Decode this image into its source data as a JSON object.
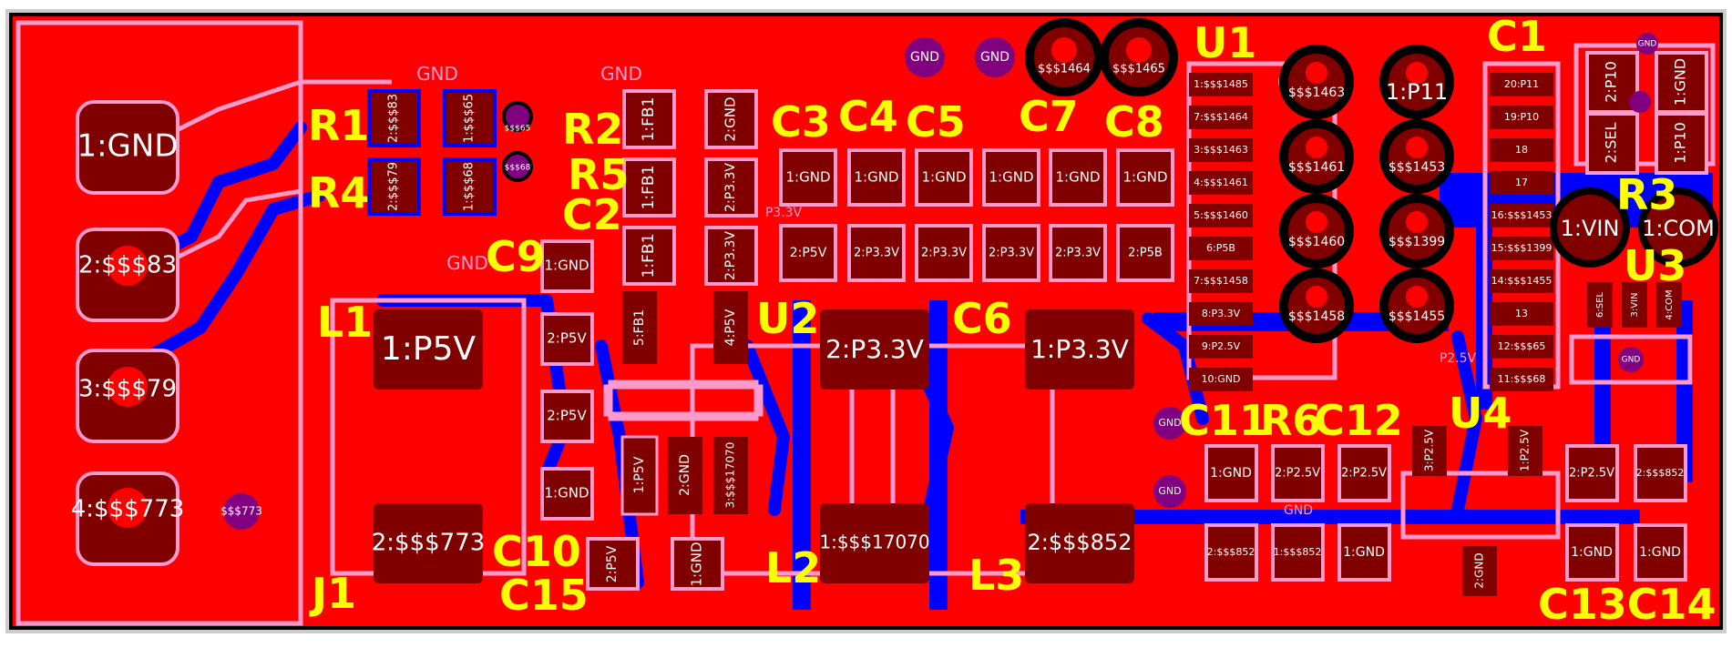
{
  "colors": {
    "board_top_copper": "#ff0000",
    "bottom_copper": "#0000ff",
    "pad": "#800000",
    "via": "#800080",
    "silkscreen": "#ff99cc",
    "designator": "#ffff00",
    "frame": "#cccccc"
  },
  "refdes": {
    "R1": "R1",
    "R2": "R2",
    "R4": "R4",
    "R5": "R5",
    "C1": "C1",
    "C2": "C2",
    "C3": "C3",
    "C4": "C4",
    "C5": "C5",
    "C6": "C6",
    "C7": "C7",
    "C8": "C8",
    "C9": "C9",
    "C10": "C10",
    "C11": "C11",
    "C12": "C12",
    "C13C14": "C13C14",
    "C15": "C15",
    "R6": "R6",
    "R3": "R3",
    "U1": "U1",
    "U2": "U2",
    "U3": "U3",
    "U4": "U4",
    "L1": "L1",
    "L2": "L2",
    "L3": "L3",
    "J1": "J1"
  },
  "net_labels": {
    "gnd": "GND",
    "p33": "P3.3V",
    "p25": "P2.5V"
  },
  "vias": {
    "gnd": "GND"
  },
  "pads": {
    "j1_1": "1:GND",
    "j1_2": "2:$$$83",
    "j1_3": "3:$$$79",
    "j1_4": "4:$$$773",
    "j1_trace_label": "$$$773",
    "r1_a": "2:$$$83",
    "r1_b": "1:$$$65",
    "r4_a": "2:$$$79",
    "r4_b": "1:$$$68",
    "via_65": "$$$65",
    "via_68": "$$$68",
    "r2_a": "1:FB1",
    "r2_b": "2:GND",
    "r5_a": "1:FB1",
    "r5_b": "2:P3.3V",
    "c2_a": "1:FB1",
    "c2_b": "2:P3.3V",
    "c9_a": "1:GND",
    "c9_b": "2:P5V",
    "u2_5": "5:FB1",
    "u2_4": "4:P5V",
    "u2_1": "1:P5V",
    "u2_2": "2:GND",
    "u2_3": "3:$$$17070",
    "c10_a": "2:P5V",
    "c10_b": "1:GND",
    "c15_a": "2:P5V",
    "c15_b": "1:GND",
    "l1_a": "1:P5V",
    "l1_b": "2:$$$773",
    "l2_a": "2:P3.3V",
    "l2_b": "1:$$$17070",
    "l3_a": "1:P3.3V",
    "l3_b": "2:$$$852",
    "c3_a": "1:GND",
    "c3_b": "2:P5V",
    "c4_a": "1:GND",
    "c4_b": "2:P3.3V",
    "c5_a": "1:GND",
    "c5_b": "2:P3.3V",
    "c6_a": "1:GND",
    "c6_b": "2:P3.3V",
    "c7_a": "1:GND",
    "c7_b": "2:P3.3V",
    "c8_a": "1:GND",
    "c8_b": "2:P5B",
    "th_1464": "$$$1464",
    "th_1465": "$$$1465",
    "u1_pins": [
      "1:$$$1485",
      "7:$$$1464",
      "3:$$$1463",
      "4:$$$1461",
      "5:$$$1460",
      "6:P5B",
      "7:$$$1458",
      "8:P3.3V",
      "9:P2.5V",
      "10:GND"
    ],
    "u1_pins_r": [
      "20:P11",
      "19:P10",
      "18",
      "17",
      "16:$$$1453",
      "15:$$$1399",
      "14:$$$1455",
      "13",
      "12:$$$65",
      "11:$$$68"
    ],
    "th_left": [
      "$$$1463",
      "$$$1461",
      "$$$1460",
      "$$$1458"
    ],
    "th_right": [
      "1:P11",
      "$$$1453",
      "$$$1399",
      "$$$1455"
    ],
    "conn_a": "2:P10",
    "conn_b": "1:GND",
    "conn_c": "2:SEL",
    "conn_d": "1:P10",
    "r3_a": "1:VIN",
    "r3_b": "1:COM",
    "u3_pins": [
      "6:SEL",
      "3:VIN",
      "4:COM"
    ],
    "c11_a": "1:GND",
    "c11_b": "2:$$$852",
    "r6_a": "2:P2.5V",
    "r6_b": "1:$$$852",
    "c12_a": "2:P2.5V",
    "c12_b": "1:GND",
    "u4_a": "3:P2.5V",
    "u4_b": "1:P2.5V",
    "u4_gnd": "2:GND",
    "c13_a": "2:P2.5V",
    "c13_b": "1:GND",
    "c14_a": "2:$$$852",
    "c14_b": "1:GND"
  }
}
